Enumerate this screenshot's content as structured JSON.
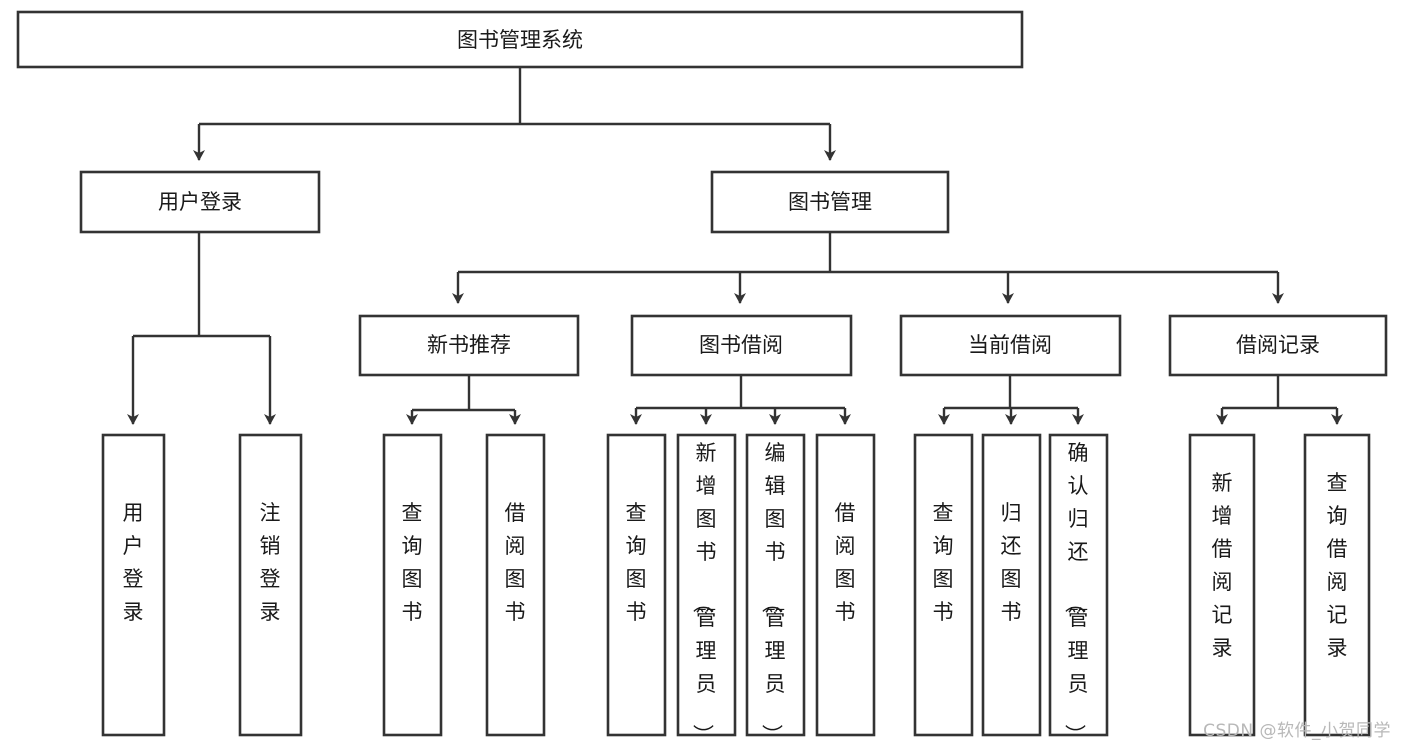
{
  "diagram": {
    "type": "hierarchy-tree",
    "title": "图书管理系统",
    "root": {
      "id": "root",
      "label": "图书管理系统",
      "orientation": "horizontal"
    },
    "level2": [
      {
        "id": "user-login",
        "label": "用户登录",
        "orientation": "horizontal"
      },
      {
        "id": "book-manage",
        "label": "图书管理",
        "orientation": "horizontal"
      }
    ],
    "level3": [
      {
        "id": "new-book-recommend",
        "label": "新书推荐",
        "orientation": "horizontal",
        "parent": "book-manage"
      },
      {
        "id": "book-borrow",
        "label": "图书借阅",
        "orientation": "horizontal",
        "parent": "book-manage"
      },
      {
        "id": "current-borrow",
        "label": "当前借阅",
        "orientation": "horizontal",
        "parent": "book-manage"
      },
      {
        "id": "borrow-record",
        "label": "借阅记录",
        "orientation": "horizontal",
        "parent": "book-manage"
      }
    ],
    "leaves": [
      {
        "id": "leaf-user-login",
        "label": "用户登录",
        "orientation": "vertical",
        "parent": "user-login"
      },
      {
        "id": "leaf-user-logout",
        "label": "注销登录",
        "orientation": "vertical",
        "parent": "user-login"
      },
      {
        "id": "leaf-query-book-1",
        "label": "查询图书",
        "orientation": "vertical",
        "parent": "new-book-recommend"
      },
      {
        "id": "leaf-borrow-book-1",
        "label": "借阅图书",
        "orientation": "vertical",
        "parent": "new-book-recommend"
      },
      {
        "id": "leaf-query-book-2",
        "label": "查询图书",
        "orientation": "vertical",
        "parent": "book-borrow"
      },
      {
        "id": "leaf-add-book",
        "label": "新增图书（管理员）",
        "orientation": "vertical",
        "parent": "book-borrow"
      },
      {
        "id": "leaf-edit-book",
        "label": "编辑图书（管理员）",
        "orientation": "vertical",
        "parent": "book-borrow"
      },
      {
        "id": "leaf-borrow-book-2",
        "label": "借阅图书",
        "orientation": "vertical",
        "parent": "book-borrow"
      },
      {
        "id": "leaf-query-book-3",
        "label": "查询图书",
        "orientation": "vertical",
        "parent": "current-borrow"
      },
      {
        "id": "leaf-return-book",
        "label": "归还图书",
        "orientation": "vertical",
        "parent": "current-borrow"
      },
      {
        "id": "leaf-confirm-return",
        "label": "确认归还（管理员）",
        "orientation": "vertical",
        "parent": "current-borrow"
      },
      {
        "id": "leaf-add-record",
        "label": "新增借阅记录",
        "orientation": "vertical",
        "parent": "borrow-record"
      },
      {
        "id": "leaf-query-record",
        "label": "查询借阅记录",
        "orientation": "vertical",
        "parent": "borrow-record"
      }
    ]
  },
  "watermark": {
    "text": "CSDN @软件_小贺同学"
  },
  "colors": {
    "box_stroke": "#333333",
    "box_fill": "#ffffff",
    "text": "#1a1a1a",
    "connector": "#333333",
    "watermark": "#b8b8b8",
    "background": "#ffffff"
  }
}
